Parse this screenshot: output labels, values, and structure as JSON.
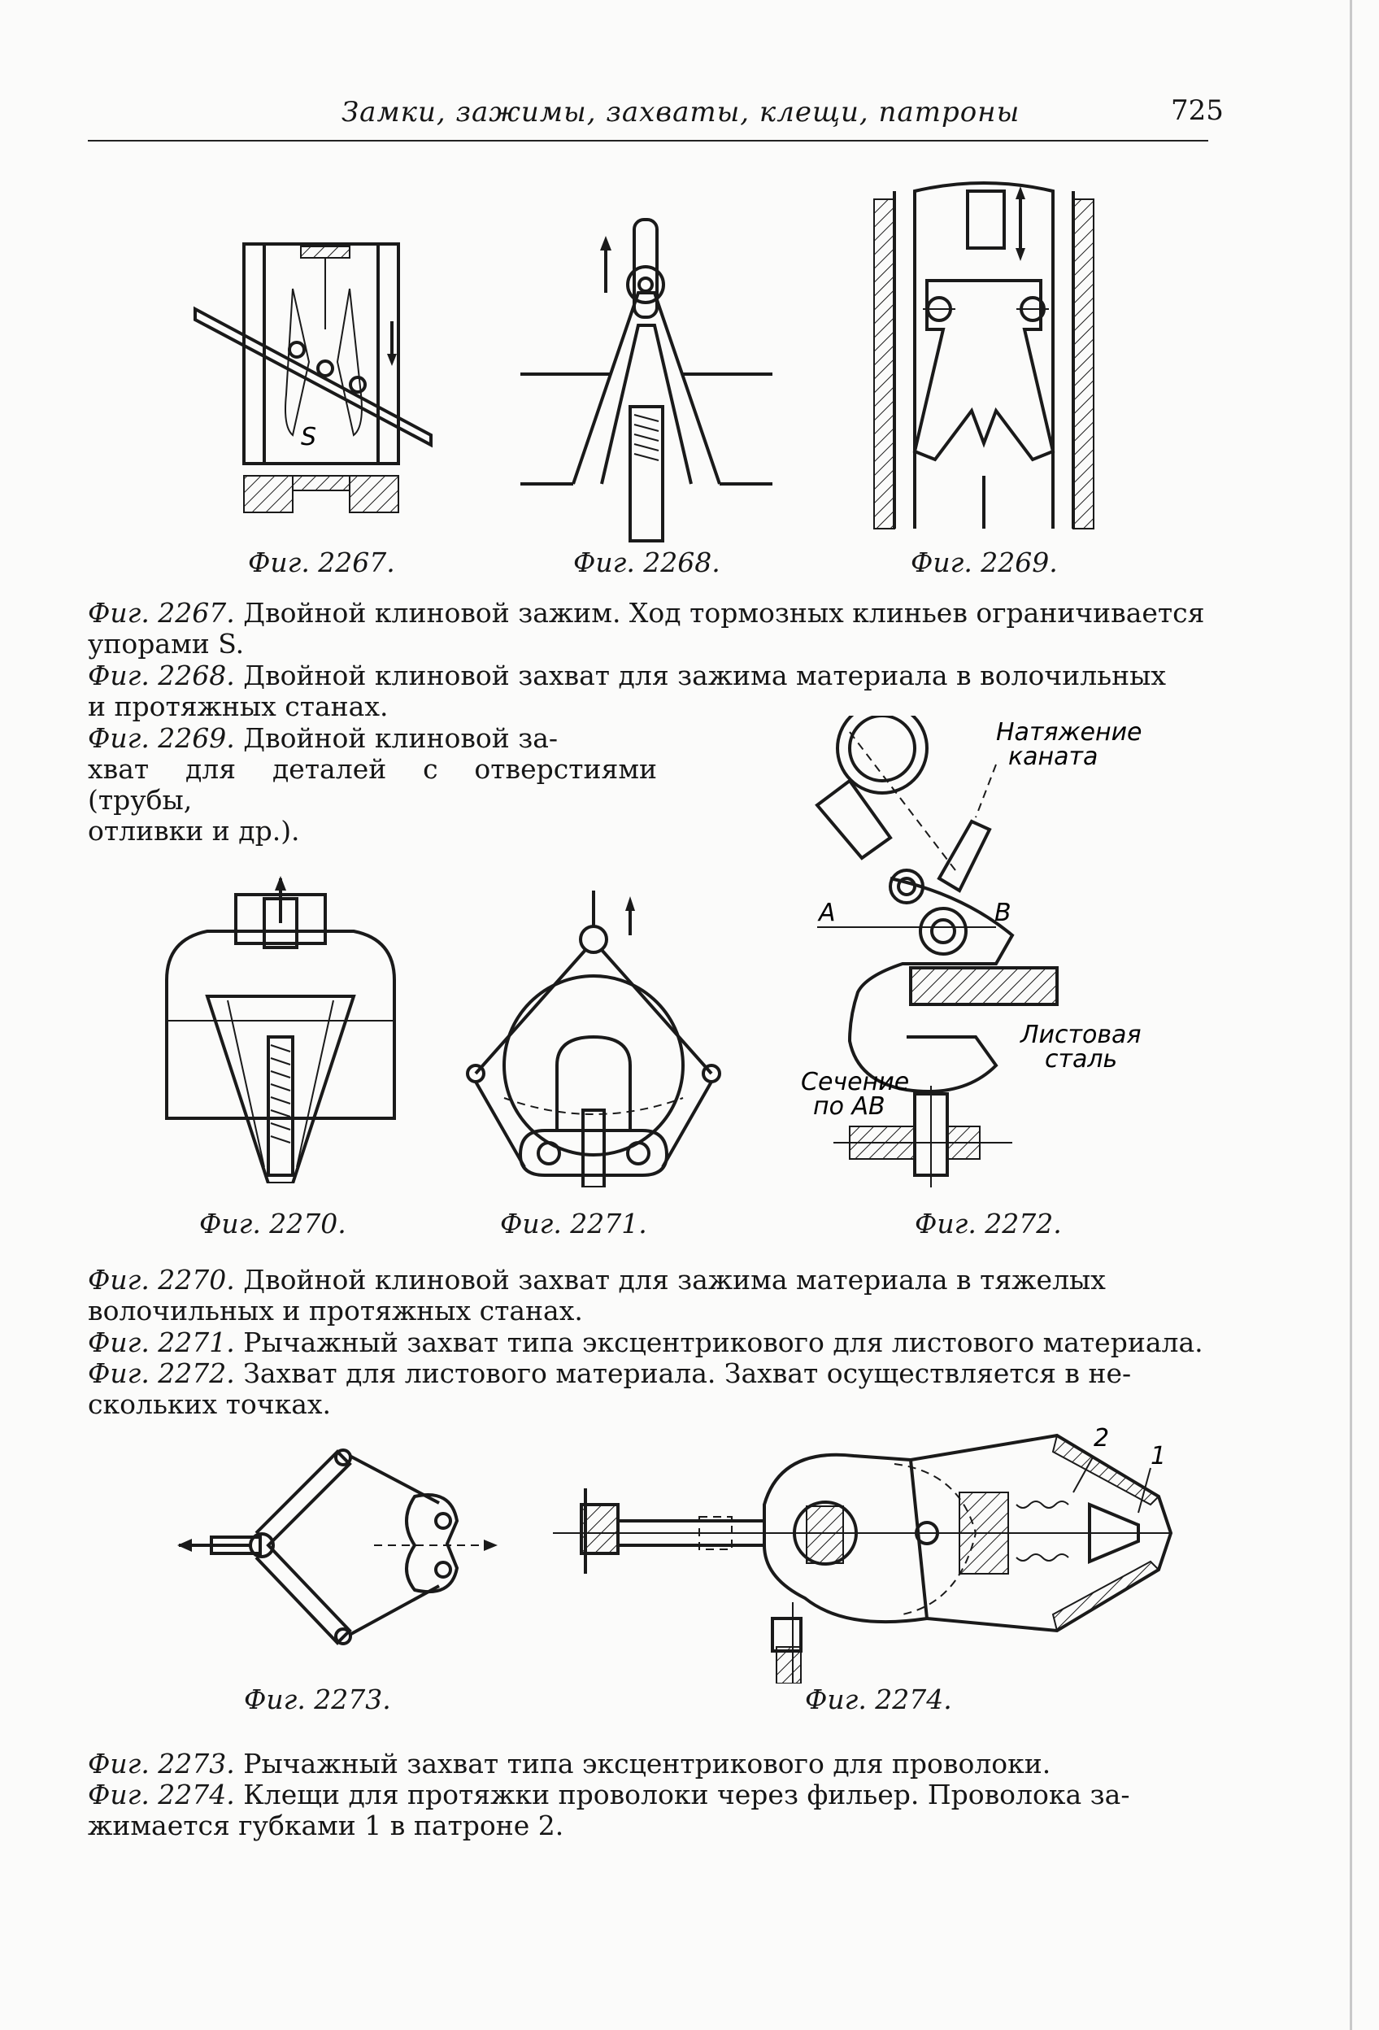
{
  "header": {
    "title": "Замки, зажимы, захваты, клещи, патроны",
    "page_number": "725"
  },
  "figures": {
    "f2267": {
      "label": "Фиг. 2267.",
      "marks": {
        "s": "S"
      }
    },
    "f2268": {
      "label": "Фиг. 2268."
    },
    "f2269": {
      "label": "Фиг. 2269."
    },
    "f2270": {
      "label": "Фиг. 2270."
    },
    "f2271": {
      "label": "Фиг. 2271."
    },
    "f2272": {
      "label": "Фиг. 2272.",
      "annotations": {
        "tension_1": "Натяжение",
        "tension_2": "каната",
        "a": "A",
        "b": "B",
        "sheet_1": "Листовая",
        "sheet_2": "сталь",
        "section_1": "Сечение",
        "section_2": "по АВ"
      }
    },
    "f2273": {
      "label": "Фиг. 2273."
    },
    "f2274": {
      "label": "Фиг. 2274.",
      "marks": {
        "n1": "1",
        "n2": "2"
      }
    }
  },
  "captions": {
    "c2267": {
      "fig": "Фиг. 2267.",
      "line1": " Двойной клиновой зажим. Ход тормозных клиньев ограничивается",
      "line2": "упорами S."
    },
    "c2268": {
      "fig": "Фиг. 2268.",
      "line1": " Двойной клиновой захват для зажима материала в волочильных",
      "line2": "и протяжных станах."
    },
    "c2269": {
      "fig": "Фиг. 2269.",
      "line1": " Двойной клиновой за-",
      "line2": "хват для деталей с отверстиями (трубы,",
      "line3": "отливки и др.)."
    },
    "c2270": {
      "fig": "Фиг. 2270.",
      "line1": " Двойной клиновой захват для зажима материала в тяжелых",
      "line2": "волочильных и протяжных станах."
    },
    "c2271": {
      "fig": "Фиг. 2271.",
      "line1": " Рычажный захват типа эксцентрикового для листового материала."
    },
    "c2272": {
      "fig": "Фиг. 2272.",
      "line1": " Захват для листового материала. Захват осуществляется в не-",
      "line2": "скольких точках."
    },
    "c2273": {
      "fig": "Фиг. 2273.",
      "line1": " Рычажный захват типа эксцентрикового для проволоки."
    },
    "c2274": {
      "fig": "Фиг. 2274.",
      "line1": " Клещи для протяжки проволоки через фильер. Проволока за-",
      "line2": "жимается губками 1 в патроне 2."
    }
  }
}
